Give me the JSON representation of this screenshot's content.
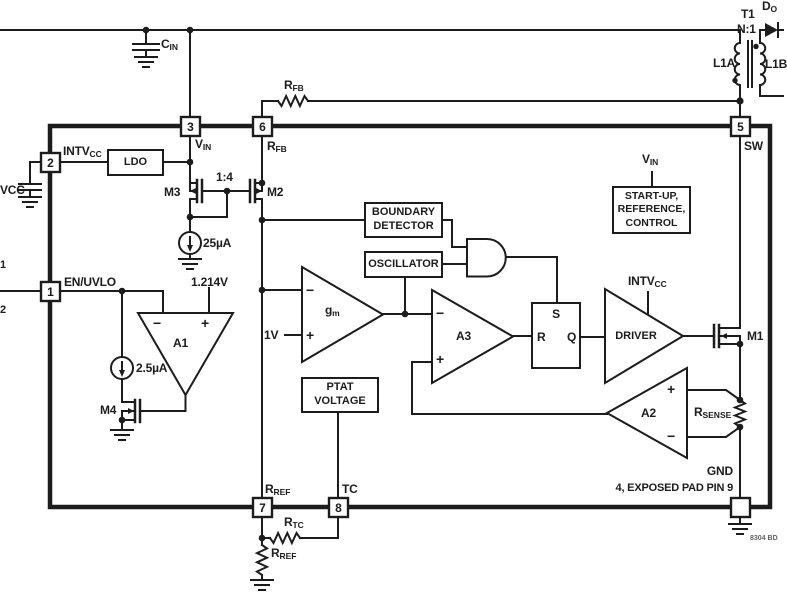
{
  "colors": {
    "ink": "#1c1c1c",
    "background": "#ffffff"
  },
  "chip": {
    "pins": {
      "p1": {
        "num": "1",
        "name": "EN/UVLO"
      },
      "p2": {
        "num": "2",
        "name_base": "INTV",
        "name_sub": "CC"
      },
      "p3": {
        "num": "3",
        "name_base": "V",
        "name_sub": "IN"
      },
      "p5": {
        "num": "5",
        "name": "SW"
      },
      "p6": {
        "num": "6",
        "name_base": "R",
        "name_sub": "FB"
      },
      "p7": {
        "num": "7",
        "name_base": "R",
        "name_sub": "REF"
      },
      "p8": {
        "num": "8",
        "name": "TC"
      },
      "gnd": {
        "label": "GND",
        "exposed": "4, EXPOSED PAD PIN 9"
      }
    },
    "blocks": {
      "ldo": "LDO",
      "boundary_detector": [
        "BOUNDARY",
        "DETECTOR"
      ],
      "oscillator": "OSCILLATOR",
      "ptat": [
        "PTAT",
        "VOLTAGE"
      ],
      "startup": [
        "START-UP,",
        "REFERENCE,",
        "CONTROL"
      ],
      "driver": "DRIVER",
      "driver_supply_base": "INTV",
      "driver_supply_sub": "CC",
      "startup_supply_base": "V",
      "startup_supply_sub": "IN",
      "latch": {
        "s": "S",
        "r": "R",
        "q": "Q"
      }
    },
    "amps": {
      "a1": {
        "label": "A1",
        "ref": "1.214V"
      },
      "a2": {
        "label": "A2"
      },
      "a3": {
        "label": "A3"
      },
      "gm": {
        "base": "g",
        "sub": "m",
        "ref": "1V"
      },
      "plus": "+",
      "minus": "−"
    },
    "fets": {
      "m1": "M1",
      "m2": "M2",
      "m3": "M3",
      "m4": "M4",
      "mirror_ratio": "1:4"
    },
    "sources": {
      "i1": "2.5µA",
      "i2": "25µA"
    },
    "resistors": {
      "rfb_base": "R",
      "rfb_sub": "FB",
      "rsense_base": "R",
      "rsense_sub": "SENSE",
      "rref_base": "R",
      "rref_sub": "REF",
      "rtc_base": "R",
      "rtc_sub": "TC"
    }
  },
  "external": {
    "cin_base": "C",
    "cin_sub": "IN",
    "transformer": {
      "name": "T1",
      "ratio": "N:1",
      "primary": "L1A",
      "secondary": "L1B",
      "diode_base": "D",
      "diode_sub": "O"
    },
    "fragments": {
      "vcc": "VCC",
      "f1": "1",
      "f2": "2"
    }
  },
  "footer": {
    "code": "8304 BD"
  }
}
